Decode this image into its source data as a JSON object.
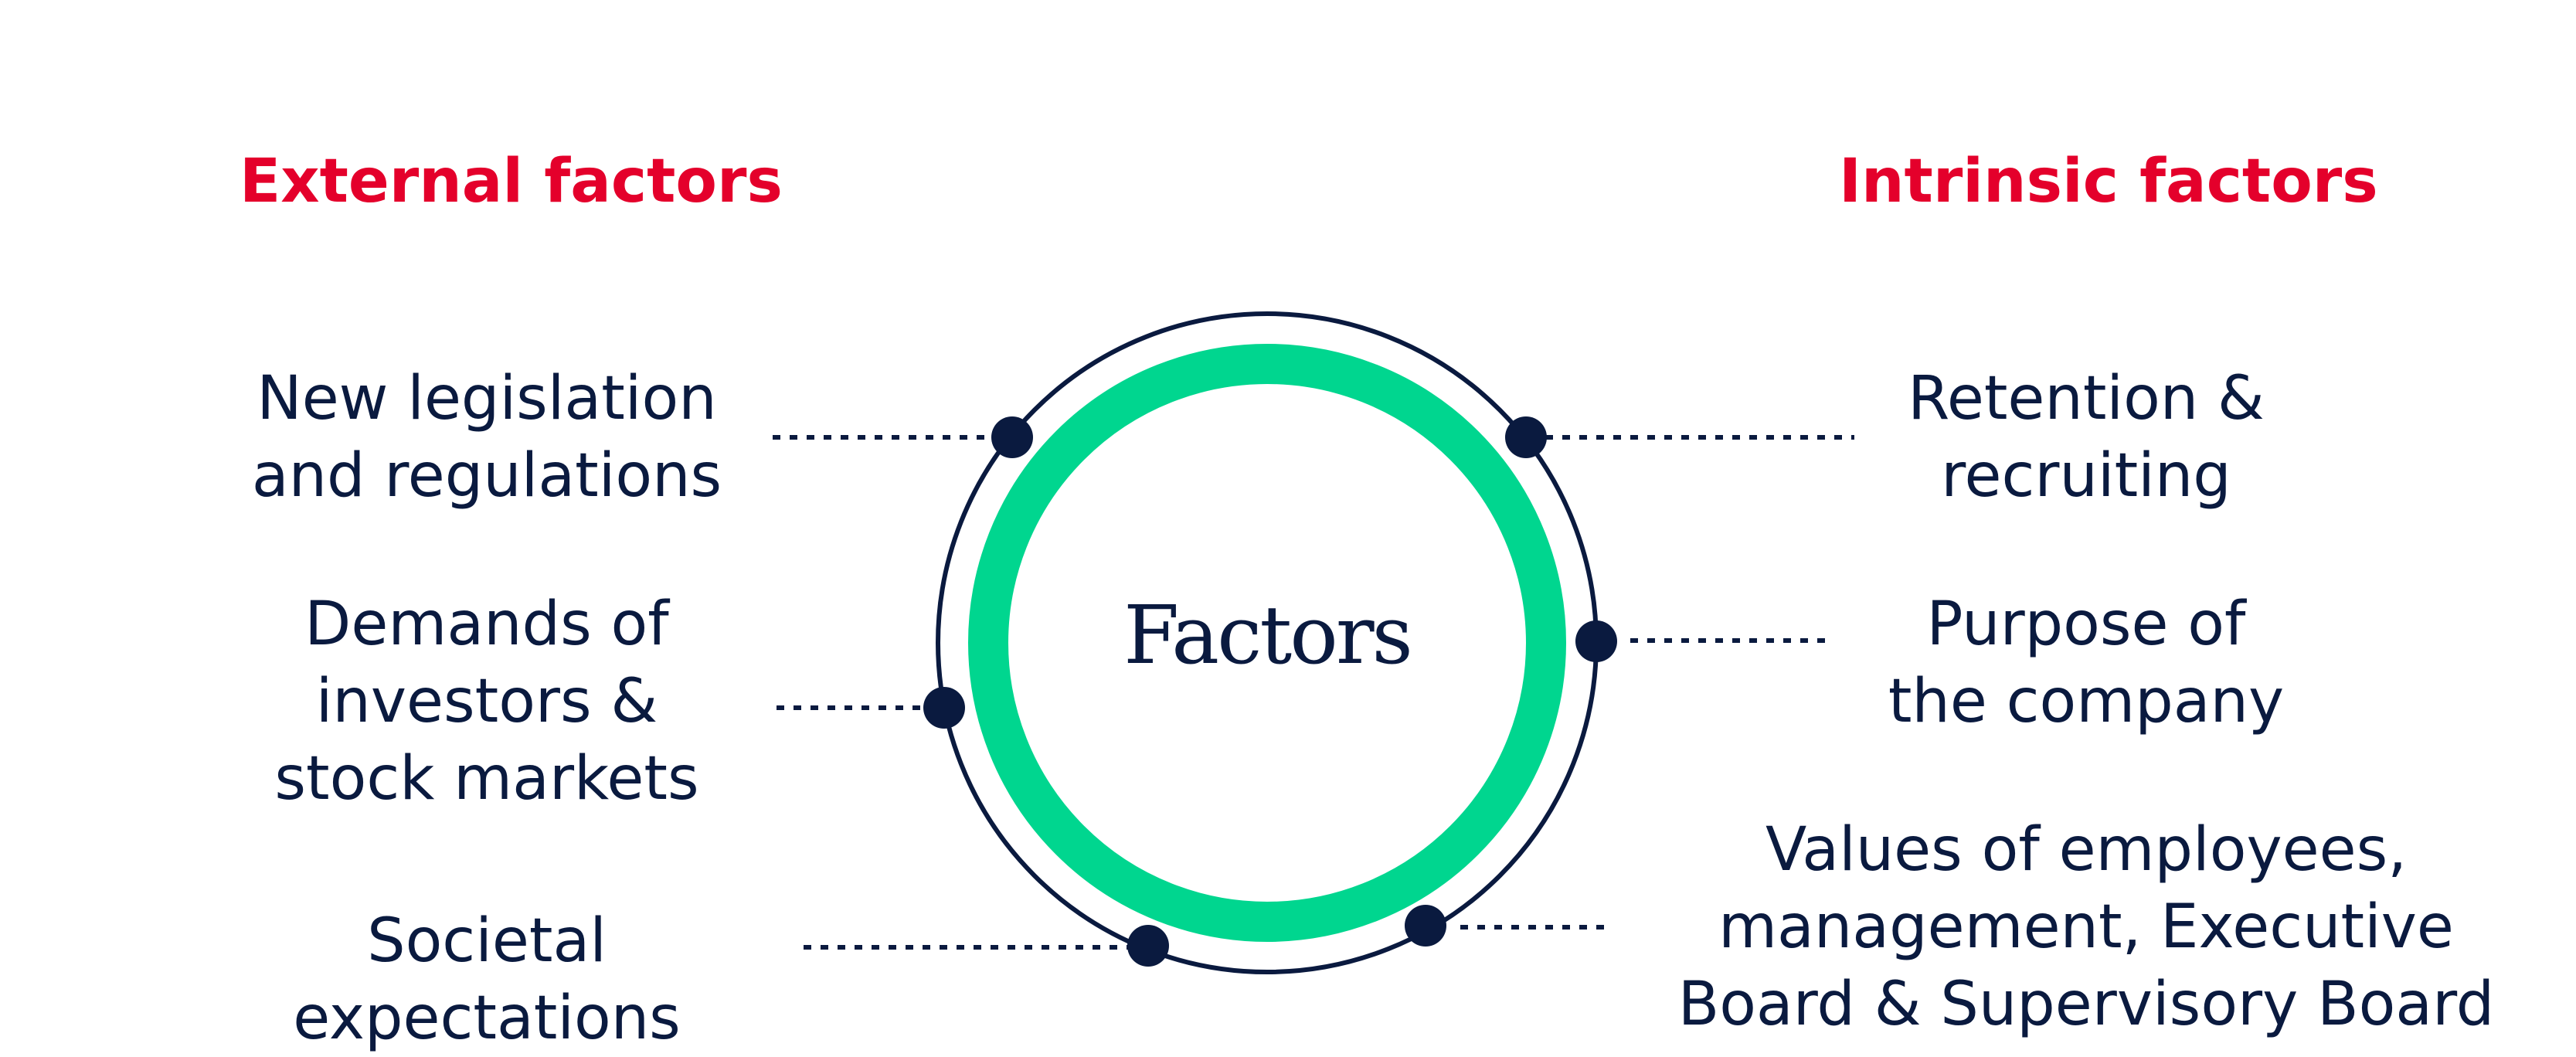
{
  "colors": {
    "heading": "#e4002b",
    "text": "#0a1a3f",
    "ring": "#00d68f",
    "outline": "#0a1a3f",
    "dot": "#0a1a3f"
  },
  "center": {
    "label": "Factors"
  },
  "external": {
    "title": "External factors",
    "items": [
      {
        "lines": [
          "New legislation",
          "and regulations"
        ]
      },
      {
        "lines": [
          "Demands of",
          "investors &",
          "stock markets"
        ]
      },
      {
        "lines": [
          "Societal",
          "expectations"
        ]
      }
    ]
  },
  "intrinsic": {
    "title": "Intrinsic factors",
    "items": [
      {
        "lines": [
          "Retention &",
          "recruiting"
        ]
      },
      {
        "lines": [
          "Purpose of",
          "the company"
        ]
      },
      {
        "lines": [
          "Values of employees,",
          "management, Executive",
          "Board & Supervisory Board"
        ]
      }
    ]
  }
}
